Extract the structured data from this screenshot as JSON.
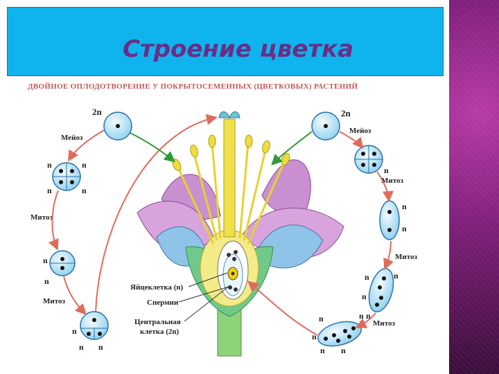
{
  "slide": {
    "title": "Строение цветка"
  },
  "figure": {
    "heading": "ДВОЙНОЕ ОПЛОДОТВОРЕНИЕ У ПОКРЫТОСЕМЕННЫХ (ЦВЕТКОВЫХ) РАСТЕНИЙ",
    "left_chain": {
      "ploidy_2n": "2n",
      "meiosis": "Мейоз",
      "mitosis_1": "Митоз",
      "mitosis_2": "Митоз",
      "n": "n"
    },
    "right_chain": {
      "ploidy_2n": "2n",
      "meiosis": "Мейоз",
      "mitosis_1": "Митоз",
      "mitosis_2": "Митоз",
      "mitosis_3": "Митоз",
      "n": "n"
    },
    "labels": {
      "egg_cell": "Яйцеклетка (n)",
      "sperm": "Спермии",
      "central_cell_line1": "Центральная",
      "central_cell_line2": "клетка (2n)"
    }
  },
  "colors": {
    "title_bar": "#0fb4ee",
    "title_text": "#6a2e86",
    "cell_fill": "#bfe6f7",
    "cell_stroke": "#2a6fa8",
    "petal": "#c98fd0",
    "sepal": "#8fc3e8",
    "ovary": "#6fc98a",
    "stem": "#8ed27a",
    "stamen": "#e6d22a",
    "arrow_red": "#e06b5c",
    "arrow_green": "#2f9a3a"
  }
}
